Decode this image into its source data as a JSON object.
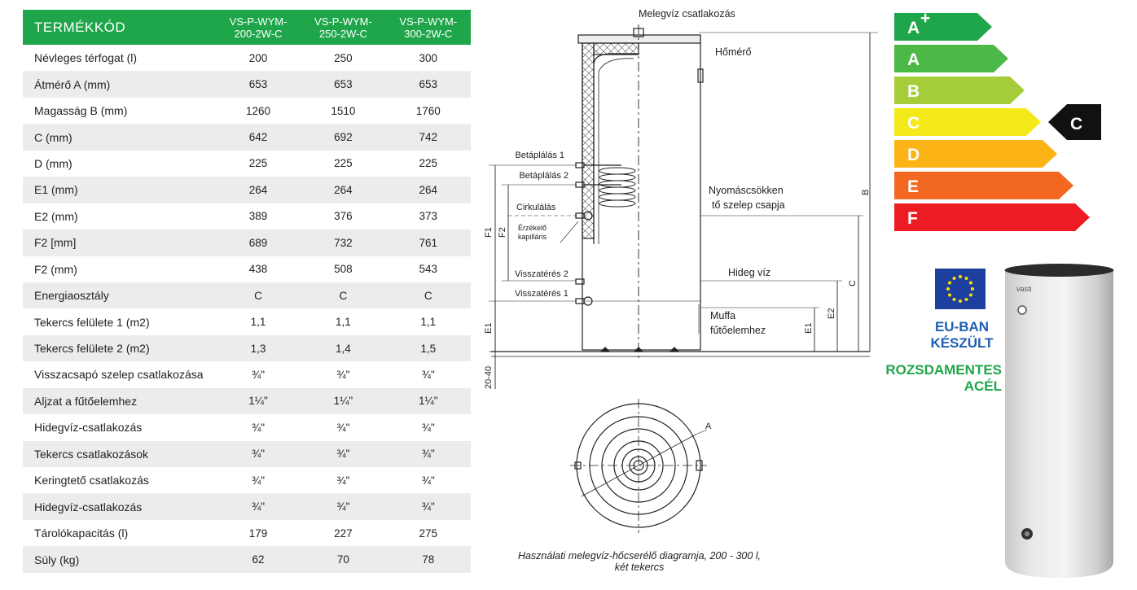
{
  "table": {
    "header": {
      "label": "TERMÉKKÓD",
      "models": [
        [
          "VS-P-WYM-",
          "200-2W-C"
        ],
        [
          "VS-P-WYM-",
          "250-2W-C"
        ],
        [
          "VS-P-WYM-",
          "300-2W-C"
        ]
      ]
    },
    "rows": [
      {
        "label": "Névleges térfogat (l)",
        "values": [
          "200",
          "250",
          "300"
        ]
      },
      {
        "label": "Átmérő A (mm)",
        "values": [
          "653",
          "653",
          "653"
        ]
      },
      {
        "label": "Magasság B (mm)",
        "values": [
          "1260",
          "1510",
          "1760"
        ]
      },
      {
        "label": "C (mm)",
        "values": [
          "642",
          "692",
          "742"
        ]
      },
      {
        "label": "D (mm)",
        "values": [
          "225",
          "225",
          "225"
        ]
      },
      {
        "label": "E1 (mm)",
        "values": [
          "264",
          "264",
          "264"
        ]
      },
      {
        "label": "E2 (mm)",
        "values": [
          "389",
          "376",
          "373"
        ]
      },
      {
        "label": "F2 [mm]",
        "values": [
          "689",
          "732",
          "761"
        ]
      },
      {
        "label": "F2 (mm)",
        "values": [
          "438",
          "508",
          "543"
        ]
      },
      {
        "label": "Energiaosztály",
        "values": [
          "C",
          "C",
          "C"
        ]
      },
      {
        "label": "Tekercs felülete 1  (m2)",
        "values": [
          "1,1",
          "1,1",
          "1,1"
        ]
      },
      {
        "label": "Tekercs felülete 2 (m2)",
        "values": [
          "1,3",
          "1,4",
          "1,5"
        ]
      },
      {
        "label": "Visszacsapó szelep csatlakozása",
        "values": [
          "¾\"",
          "¾\"",
          "¾\""
        ]
      },
      {
        "label": "Aljzat a fűtőelemhez",
        "values": [
          "1¼\"",
          "1¼\"",
          "1¼\""
        ]
      },
      {
        "label": "Hidegvíz-csatlakozás",
        "values": [
          "¾\"",
          "¾\"",
          "¾\""
        ]
      },
      {
        "label": "Tekercs csatlakozások",
        "values": [
          "¾\"",
          "¾\"",
          "¾\""
        ]
      },
      {
        "label": "Keringtető csatlakozás",
        "values": [
          "¾\"",
          "¾\"",
          "¾\""
        ]
      },
      {
        "label": "Hidegvíz-csatlakozás",
        "values": [
          "¾\"",
          "¾\"",
          "¾\""
        ]
      },
      {
        "label": "Tárolókapacitás (l)",
        "values": [
          "179",
          "227",
          "275"
        ]
      },
      {
        "label": "Súly (kg)",
        "values": [
          "62",
          "70",
          "78"
        ]
      }
    ]
  },
  "diagram": {
    "labels": {
      "hot_water": "Melegvíz csatlakozás",
      "thermometer": "Hőmérő",
      "feed1": "Betáplálás 1",
      "feed2": "Betáplálás 2",
      "pressure_l1": "Nyomáscsökken",
      "pressure_l2": "tő szelep csapja",
      "circulation": "Cirkulálás",
      "sensor_l1": "Érzékelő",
      "sensor_l2": "kapilláris",
      "return2": "Visszatérés 2",
      "cold_water": "Hideg víz",
      "return1": "Visszatérés 1",
      "muff_l1": "Muffa",
      "muff_l2": "fűtőelemhez",
      "dim_f1": "F1",
      "dim_f2": "F2",
      "dim_e1_left": "E1",
      "dim_gap": "20-40",
      "dim_b": "B",
      "dim_c": "C",
      "dim_e2": "E2",
      "dim_e1_right": "E1",
      "dim_a": "A"
    },
    "caption_l1": "Használati melegvíz-hőcserélő diagramja, 200 - 300 l,",
    "caption_l2": "két tekercs"
  },
  "energy": {
    "classes": [
      {
        "letter": "A",
        "sup": "+",
        "color": "#1fa64a"
      },
      {
        "letter": "A",
        "sup": "",
        "color": "#4cb848"
      },
      {
        "letter": "B",
        "sup": "",
        "color": "#a5cd39"
      },
      {
        "letter": "C",
        "sup": "",
        "color": "#f4ea1a"
      },
      {
        "letter": "D",
        "sup": "",
        "color": "#fcb316"
      },
      {
        "letter": "E",
        "sup": "",
        "color": "#f26722"
      },
      {
        "letter": "F",
        "sup": "",
        "color": "#ed1c24"
      }
    ],
    "selected": "C",
    "selected_index": 3
  },
  "badges": {
    "eu_line1": "EU-BAN",
    "eu_line2": "KÉSZÜLT",
    "steel_line1": "ROZSDAMENTES",
    "steel_line2": "ACÉL",
    "eu_blue": "#1d5fb0",
    "steel_green": "#1fa64a"
  },
  "product": {
    "brand": "vasti"
  }
}
